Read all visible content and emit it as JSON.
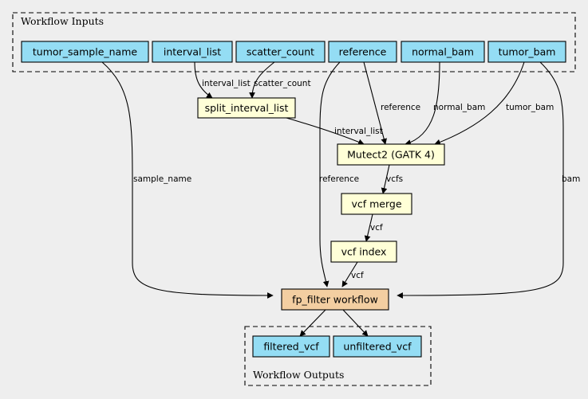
{
  "clusters": {
    "inputs_label": "Workflow Inputs",
    "outputs_label": "Workflow Outputs"
  },
  "colors": {
    "background": "#eeeeee",
    "io_node": "#94ddf4",
    "step_node": "#ffffd7",
    "subworkflow_node": "#f3cea1"
  },
  "nodes": {
    "tumor_sample_name": "tumor_sample_name",
    "interval_list": "interval_list",
    "scatter_count": "scatter_count",
    "reference": "reference",
    "normal_bam": "normal_bam",
    "tumor_bam": "tumor_bam",
    "split_interval_list": "split_interval_list",
    "mutect2": "Mutect2 (GATK 4)",
    "vcf_merge": "vcf merge",
    "vcf_index": "vcf index",
    "fp_filter": "fp_filter workflow",
    "filtered_vcf": "filtered_vcf",
    "unfiltered_vcf": "unfiltered_vcf"
  },
  "edge_labels": {
    "interval_list_to_split": "interval_list",
    "scatter_count_to_split": "scatter_count",
    "split_to_mutect2": "interval_list",
    "reference_to_mutect2": "reference",
    "normal_bam_to_mutect2": "normal_bam",
    "tumor_bam_to_mutect2": "tumor_bam",
    "sample_name_to_fp_filter": "sample_name",
    "reference_to_fp_filter": "reference",
    "tumor_bam_to_fp_filter": "bam",
    "mutect2_to_vcf_merge": "vcfs",
    "vcf_merge_to_vcf_index": "vcf",
    "vcf_index_to_fp_filter": "vcf"
  }
}
